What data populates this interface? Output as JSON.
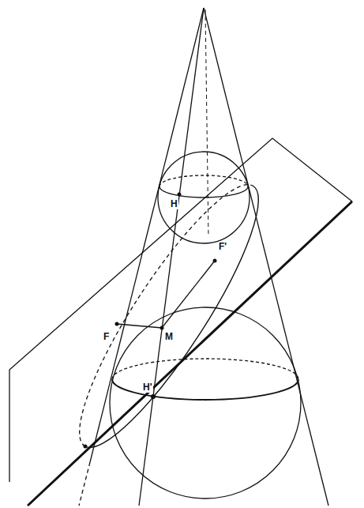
{
  "diagram": {
    "labels": [
      "H",
      "F'",
      "F",
      "M",
      "H'"
    ]
  }
}
